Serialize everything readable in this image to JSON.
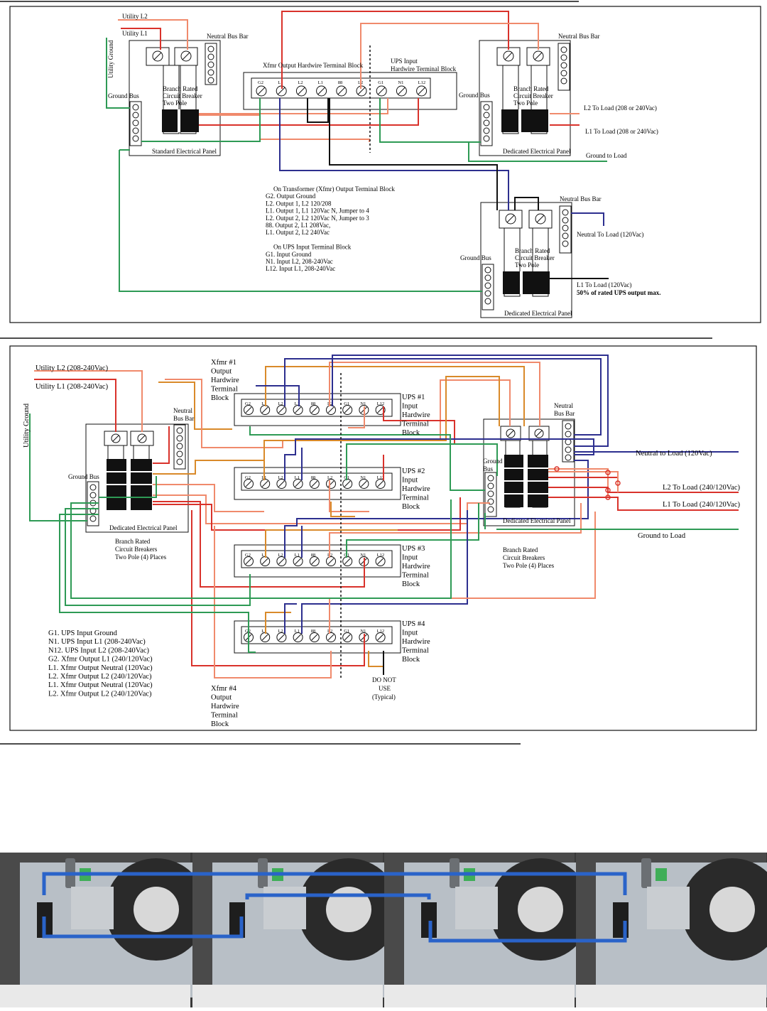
{
  "diagram1": {
    "labels": {
      "utility_l2": "Utility L2",
      "utility_l1": "Utility L1",
      "utility_ground": "Utility Ground",
      "neutral_bus_bar_a": "Neutral Bus Bar",
      "neutral_bus_bar_b": "Neutral Bus Bar",
      "neutral_bus_bar_c": "Neutral Bus Bar",
      "ground_bus_a": "Ground Bus",
      "ground_bus_b": "Ground Bus",
      "ground_bus_c": "Ground Bus",
      "std_panel": "Standard Electrical Panel",
      "ded_panel_b": "Dedicated Electrical Panel",
      "ded_panel_c": "Dedicated Electrical Panel",
      "xfmr_block": "Xfmr Output Hardwire Terminal Block",
      "ups_block_l1": "UPS Input",
      "ups_block_l2": "Hardwire Terminal Block",
      "breaker_l1": "Branch Rated",
      "breaker_l2": "Circuit Breaker",
      "breaker_l3": "Two Pole",
      "l2_load": "L2 To Load (208 or 240Vac)",
      "l1_load": "L1 To Load (208 or 240Vac)",
      "ground_load": "Ground to Load",
      "neutral_load": "Neutral To Load (120Vac)",
      "l1_load_120": "L1 To Load (120Vac)",
      "max_note": "50% of rated UPS output max."
    },
    "terminals": [
      "G2",
      "L",
      "L2",
      "L1",
      "88",
      "L2",
      "G1",
      "N1",
      "L12"
    ],
    "notes": [
      "On Transformer (Xfmr) Output Terminal Block",
      "G2. Output Ground",
      "L2. Output 1, L2 120/208",
      "L1. Output 1, L1 120Vac N, Jumper to 4",
      "L2. Output 2, L2 120Vac N, Jumper to 3",
      "88. Output 2, L1 208Vac,",
      "L1. Output 2, L2 240Vac",
      "",
      "On UPS Input Terminal Block",
      "G1. Input Ground",
      "N1. Input L2, 208-240Vac",
      "L12. Input L1, 208-240Vac"
    ]
  },
  "diagram2": {
    "labels": {
      "utility_l2": "Utility L2 (208-240Vac)",
      "utility_l1": "Utility L1 (208-240Vac)",
      "utility_ground": "Utility Ground",
      "neutral_bus_bar_a1": "Neutral",
      "neutral_bus_bar_a2": "Bus Bar",
      "neutral_bus_bar_b1": "Neutral",
      "neutral_bus_bar_b2": "Bus Bar",
      "ground_bus_a": "Ground Bus",
      "ground_bus_b1": "Ground",
      "ground_bus_b2": "Bus",
      "ded_panel_a": "Dedicated  Electrical Panel",
      "ded_panel_b": "Dedicated Electrical Panel",
      "neutral_load": "Neutral to Load (120Vac)",
      "l2_load": "L2 To Load (240/120Vac)",
      "l1_load": "L1 To Load (240/120Vac)",
      "ground_load": "Ground to Load",
      "do_not_use": [
        "DO NOT",
        "USE",
        "(Typical)"
      ]
    },
    "breakers_left": [
      "Branch Rated",
      "Circuit Breakers",
      "Two Pole (4) Places"
    ],
    "breakers_right": [
      "Branch Rated",
      "Circuit Breakers",
      "Two Pole (4) Places"
    ],
    "xfmr1": [
      "Xfmr #1",
      "Output",
      "Hardwire",
      "Terminal",
      "Block"
    ],
    "xfmr4": [
      "Xfmr #4",
      "Output",
      "Hardwire",
      "Terminal",
      "Block"
    ],
    "ups1": [
      "UPS #1",
      "Input",
      "Hardwire",
      "Terminal",
      "Block"
    ],
    "ups2": [
      "UPS #2",
      "Input",
      "Hardwire",
      "Terminal",
      "Block"
    ],
    "ups3": [
      "UPS #3",
      "Input",
      "Hardwire",
      "Terminal",
      "Block"
    ],
    "ups4": [
      "UPS #4",
      "Input",
      "Hardwire",
      "Terminal",
      "Block"
    ],
    "terminals": [
      "G2",
      "L1",
      "L2",
      "L1",
      "88",
      "L2",
      "G1",
      "N1",
      "L12"
    ],
    "legend": [
      "G1. UPS Input Ground",
      "N1. UPS Input L1 (208-240Vac)",
      "N12. UPS Input L2 (208-240Vac)",
      "G2. Xfmr Output L1 (240/120Vac)",
      "L1. Xfmr Output Neutral (120Vac)",
      "L2. Xfmr Output L2 (240/120Vac)",
      "L1. Xfmr Output Neutral (120Vac)",
      "L2. Xfmr Output L2 (240/120Vac)"
    ]
  },
  "colors": {
    "red": "#d9322b",
    "salmon": "#f08a6c",
    "green": "#2e9a55",
    "blue": "#2d2f8f",
    "orange": "#d98a2a",
    "black": "#111111",
    "photo_wire": "#2a63c9"
  }
}
